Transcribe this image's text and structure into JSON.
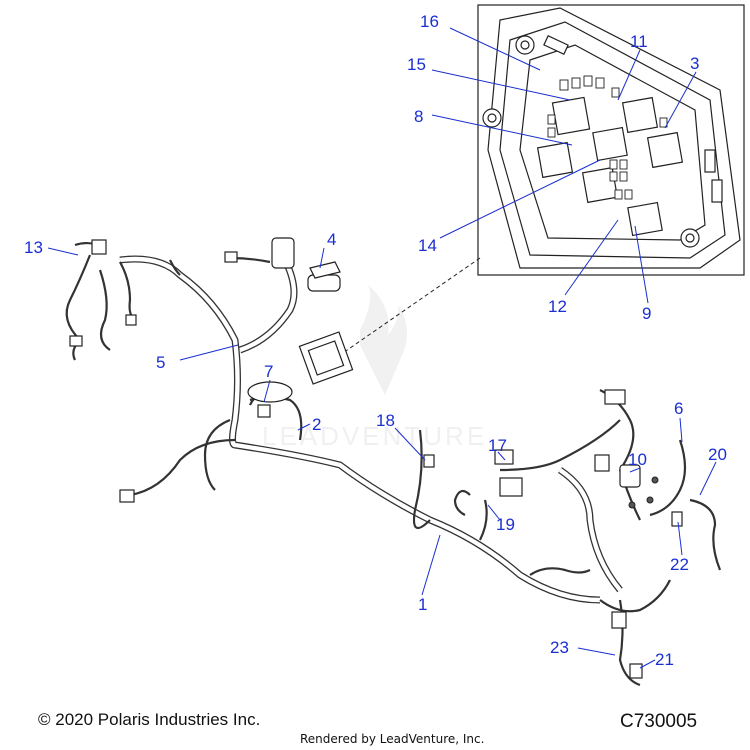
{
  "callouts": {
    "c1": "1",
    "c2": "2",
    "c3": "3",
    "c4": "4",
    "c5": "5",
    "c6": "6",
    "c7": "7",
    "c8": "8",
    "c9": "9",
    "c10": "10",
    "c11": "11",
    "c12": "12",
    "c13": "13",
    "c14": "14",
    "c15": "15",
    "c16": "16",
    "c17": "17",
    "c18": "18",
    "c19": "19",
    "c20": "20",
    "c21": "21",
    "c22": "22",
    "c23": "23"
  },
  "footer": {
    "copyright": "© 2020 Polaris Industries Inc.",
    "diagram_code": "C730005",
    "rendered_by": "Rendered by LeadVenture, Inc."
  },
  "watermark": "LEADVENTURE",
  "colors": {
    "callout": "#1a2fd0",
    "line_art": "#222222"
  }
}
